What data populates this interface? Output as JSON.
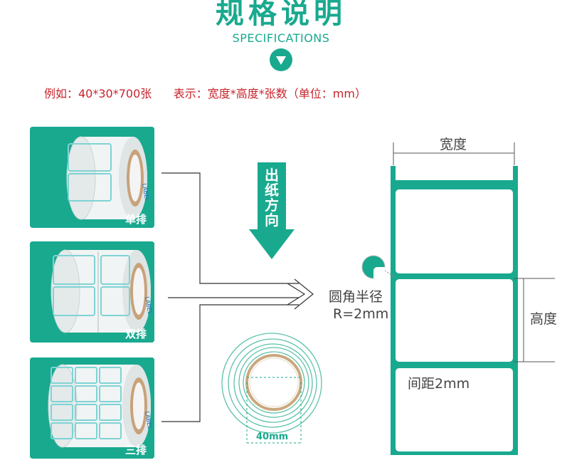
{
  "header": {
    "title": "规格说明",
    "subtitle": "SPECIFICATIONS"
  },
  "example_line": "例如：40*30*700张      表示：宽度*高度*张数（单位：mm）",
  "roll_cards": [
    {
      "label": "单排",
      "rows": 1
    },
    {
      "label": "双排",
      "rows": 2
    },
    {
      "label": "三排",
      "rows": 3
    }
  ],
  "roll_brand_text": "LABEL",
  "direction_label": "出纸方向",
  "core_label": "40mm",
  "annotations": {
    "width": "宽度",
    "height": "高度",
    "corner_line1": "圆角半径",
    "corner_line2": "R=2mm",
    "gap": "间距2mm"
  },
  "colors": {
    "accent": "#19a98f",
    "example_text": "#c8242c",
    "label_text": "#444444"
  }
}
